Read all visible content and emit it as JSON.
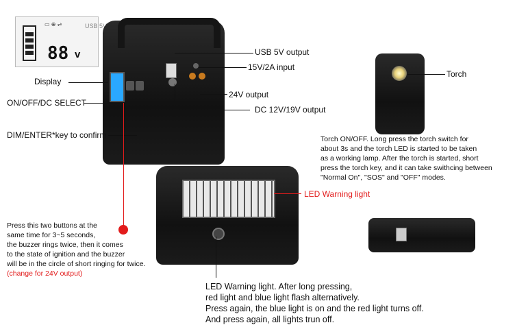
{
  "lcd": {
    "reading": "88",
    "unit": "v",
    "usb_label": "USB 5V"
  },
  "labels": {
    "display": "Display",
    "onoff_dc_select": "ON/OFF/DC SELECT",
    "dim_enter": "DIM/ENTER*key to confirm",
    "usb_output": "USB 5V output",
    "input_15v": "15V/2A input",
    "output_24v": "24V output",
    "dc_output": "DC 12V/19V output",
    "torch": "Torch",
    "led_warning": "LED Warning light"
  },
  "torch_note": [
    "Torch ON/OFF. Long press the torch switch  for",
    "about 3s and the torch LED is started to be taken",
    "as a working lamp. After the torch is started, short",
    "press the torch key, and it can take swithcing between",
    "\"Normal On\", \"SOS\" and \"OFF\" modes."
  ],
  "buttons_note": [
    "Press this two buttons at the",
    "same time for 3~5 seconds,",
    "the buzzer rings twice, then it comes",
    "to the state of ignition and the buzzer",
    "will be in the circle of short ringing for twice."
  ],
  "buttons_note_red": "(change for 24V output)",
  "led_note": [
    "LED Warning light. After long pressing,",
    "red light and blue light flash alternatively.",
    "Press again, the blue light is on and the red light turns off.",
    "And press again, all lights trun off."
  ],
  "colors": {
    "accent_red": "#e21b1b",
    "device_body": "#1a1a1a",
    "screen_blue": "#2aa8ff"
  }
}
